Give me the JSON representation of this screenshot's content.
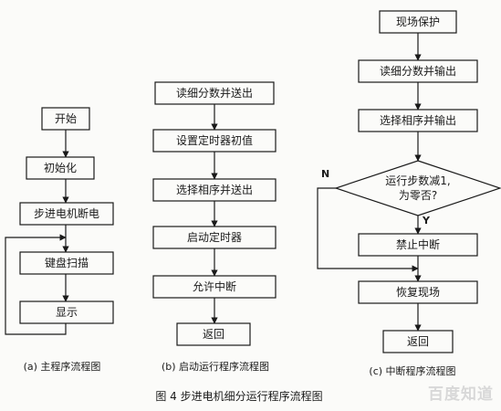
{
  "flowchart_a": {
    "boxes": [
      "开始",
      "初始化",
      "步进电机断电",
      "键盘扫描",
      "显示"
    ],
    "caption": "(a) 主程序流程图"
  },
  "flowchart_b": {
    "boxes": [
      "读细分数并送出",
      "设置定时器初值",
      "选择相序并送出",
      "启动定时器",
      "允许中断",
      "返回"
    ],
    "caption": "(b) 启动运行程序流程图"
  },
  "flowchart_c": {
    "boxes": [
      "现场保护",
      "读细分数并输出",
      "选择相序并输出"
    ],
    "decision": {
      "line1": "运行步数减1,",
      "line2": "为零否?"
    },
    "decision_no": "N",
    "decision_yes": "Y",
    "boxes_after": [
      "禁止中断",
      "恢复现场",
      "返回"
    ],
    "caption": "(c) 中断程序流程图"
  },
  "figure_title": "图 4  步进电机细分运行程序流程图",
  "watermark": "百度知道"
}
